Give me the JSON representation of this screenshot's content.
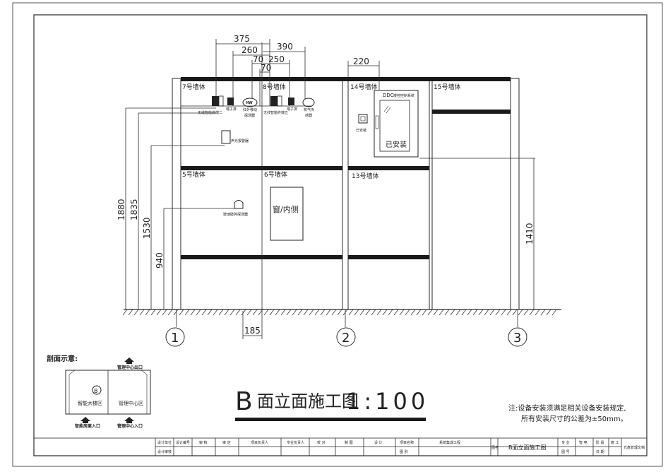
{
  "walls": {
    "w7": "7号墙体",
    "w8": "8号墙体",
    "w14": "14号墙体",
    "w15": "15号墙体",
    "w5": "5号墙体",
    "w6": "6号墙体",
    "w13": "13号墙体"
  },
  "devices": {
    "terminal2": "无线智能终端二",
    "terminal_strip_a": "端子排",
    "ir_line1": "红外移动",
    "ir_line2": "探测器",
    "hw": "HW",
    "terminal5": "无线智能终端五",
    "terminal_strip_b": "端子排",
    "gas_line1": "氧气传",
    "gas_line2": "感器",
    "alarm": "声光报警器",
    "glass_break": "玻璃破碎探测器",
    "installed_small": "已安装",
    "ddc_title": "DDC",
    "ddc_sub": "楼控控制系统",
    "ddc_installed": "已安装",
    "window": "窗/内侧"
  },
  "dimensions": {
    "d375": "375",
    "d390": "390",
    "d260": "260",
    "d250": "250",
    "d70a": "70",
    "d70b": "70",
    "d220": "220",
    "d1880": "1880",
    "d1835": "1835",
    "d1530": "1530",
    "d940": "940",
    "d1410": "1410",
    "d185": "185"
  },
  "axes": [
    "1",
    "2",
    "3"
  ],
  "section": {
    "title": "剖面示意:",
    "exit_label": "管理中心出口",
    "zone_smart": "智能大楼区",
    "zone_mgmt": "管理中心区",
    "marker": "B",
    "entry_smart": "智能房屋入口",
    "entry_mgmt": "管理中心入口"
  },
  "drawing_title": {
    "letter": "B",
    "text": "面立面施工图",
    "scale": "1:100"
  },
  "note": {
    "line1": "注:设备安装须满足相关设备安装规定,",
    "line2": "所有安装尺寸的公差为±50mm。"
  },
  "title_block": {
    "c1a": "设计单位",
    "c1b": "设计审核",
    "c2": "设计编号",
    "c3": "审 核",
    "c4": "审 定",
    "c5": "项目负责人",
    "c6": "专业负责人",
    "c7": "校 对",
    "c8": "制 图",
    "c9": "设 计",
    "c10a": "项目名称",
    "c10b": "图 别",
    "c11": "系统集成工程",
    "c12": "图名",
    "c13": "B面立面施工图",
    "c14a": "专 业",
    "c14b": "图 号",
    "c15": "智 电",
    "c16a": "阶 段",
    "c16b": "日 期",
    "c17": "施 工",
    "c18": "光盘管理文档"
  },
  "colors": {
    "line": "#2a2a2a",
    "slab": "#1a1a1a",
    "paper": "#ffffff"
  }
}
